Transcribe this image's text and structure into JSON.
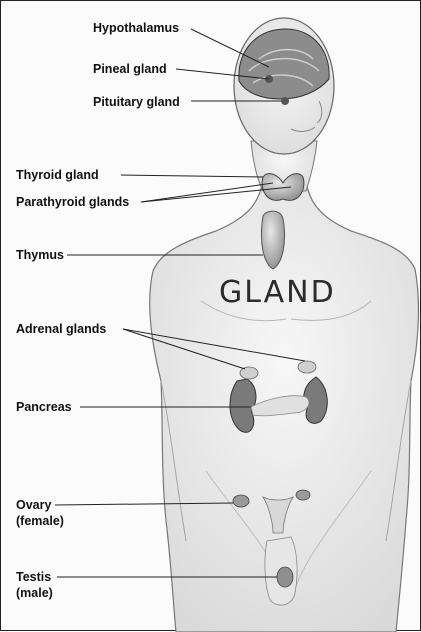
{
  "labels": {
    "hypothalamus": "Hypothalamus",
    "pineal_gland": "Pineal gland",
    "pituitary_gland": "Pituitary gland",
    "thyroid_gland": "Thyroid gland",
    "parathyroid_glands": "Parathyroid glands",
    "thymus": "Thymus",
    "adrenal_glands": "Adrenal glands",
    "pancreas": "Pancreas",
    "ovary": "Ovary",
    "ovary_note": "(female)",
    "testis": "Testis",
    "testis_note": "(male)"
  },
  "annotation": "GLAND"
}
